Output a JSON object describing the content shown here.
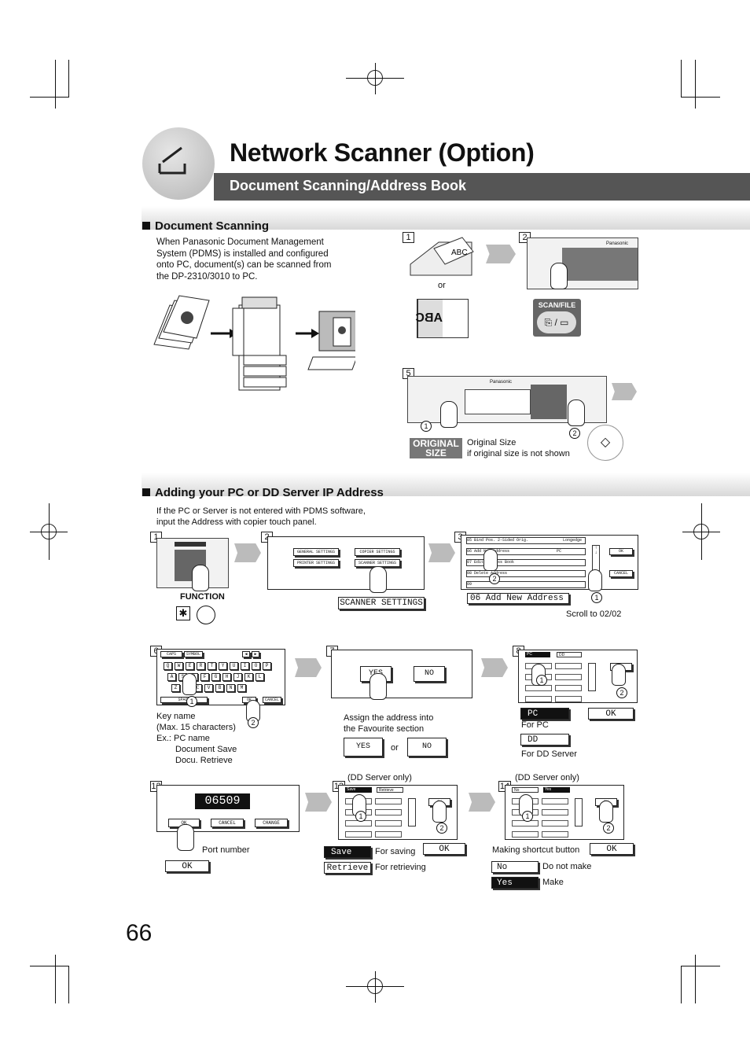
{
  "header": {
    "title": "Network Scanner (Option)",
    "subtitle": "Document Scanning/Address Book"
  },
  "doc_scanning": {
    "heading": "Document Scanning",
    "body_lines": [
      "When Panasonic Document Management",
      "System (PDMS) is installed and configured",
      "onto PC, document(s) can be scanned from",
      "the DP-2310/3010 to PC."
    ],
    "steps": [
      "1",
      "2",
      "5"
    ],
    "or_label": "or",
    "scan_file_label": "SCAN/FILE",
    "brand": "Panasonic",
    "abc_label": "ABC",
    "original_size_tag": [
      "ORIGINAL",
      "SIZE"
    ],
    "original_size_lines": [
      "Original Size",
      "if original size is not shown"
    ]
  },
  "adding_ip": {
    "heading": "Adding your PC or DD Server IP Address",
    "body_lines": [
      "If the PC or Server is not entered with PDMS software,",
      "input the Address with copier touch panel."
    ],
    "steps": [
      "1",
      "2",
      "3",
      "6",
      "7",
      "8",
      "12",
      "13",
      "14"
    ],
    "function_label": "FUNCTION",
    "panel2_buttons": [
      "GENERAL SETTINGS",
      "COPIER SETTINGS",
      "PRINTER SETTINGS",
      "SCANNER SETTINGS"
    ],
    "scanner_settings_label": "SCANNER SETTINGS",
    "panel3_rows": [
      "05  Bind Pos. 2-Sided Orig.",
      "06  Add New Address",
      "07  Edit Address Book",
      "08  Delete Address",
      "09"
    ],
    "panel3_row_values": [
      "Longedge",
      "PC"
    ],
    "panel3_ok": "OK",
    "panel3_cancel": "CANCEL",
    "add_new_address_label": "06  Add New Address",
    "scroll_note": "Scroll to 02/02",
    "keyboard_rows": [
      [
        "Q",
        "W",
        "E",
        "R",
        "T",
        "Y",
        "U",
        "I",
        "O",
        "P"
      ],
      [
        "A",
        "S",
        "D",
        "F",
        "G",
        "H",
        "J",
        "K",
        "L"
      ],
      [
        "Z",
        "X",
        "C",
        "V",
        "B",
        "N",
        "M"
      ]
    ],
    "keyboard_top": [
      "CAPS",
      "SYMBOL"
    ],
    "keyboard_bottom": [
      "SPACE",
      "OK",
      "CANCEL"
    ],
    "key_name_lines": [
      "Key name",
      "(Max. 15 characters)",
      "Ex.: PC name",
      "Document Save",
      "Docu. Retrieve"
    ],
    "yes_label": "YES",
    "no_label": "NO",
    "assign_lines": [
      "Assign the address into",
      "the Favourite section"
    ],
    "or_label": "or",
    "pc_label": "PC",
    "dd_label": "DD",
    "ok_label": "OK",
    "for_pc": "For PC",
    "for_dd": "For DD Server",
    "port_display": "06509",
    "port_buttons": [
      "OK",
      "CANCEL",
      "CHANGE"
    ],
    "port_number": "Port number",
    "dd_only": "(DD Server only)",
    "save_label": "Save",
    "retrieve_label": "Retrieve",
    "for_saving": "For saving",
    "for_retrieving": "For retrieving",
    "shortcut_label": "Making shortcut button",
    "no_short": "No",
    "yes_short": "Yes",
    "do_not_make": "Do not make",
    "make": "Make"
  },
  "page_number": "66"
}
